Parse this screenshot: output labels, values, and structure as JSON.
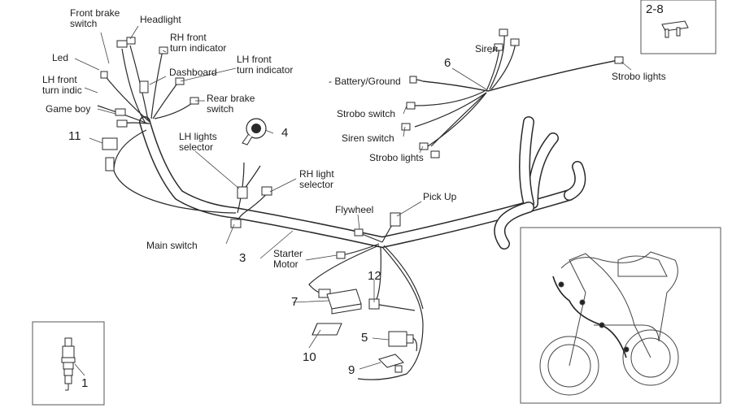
{
  "labels": {
    "front_brake_switch": [
      "Front brake",
      "switch"
    ],
    "headlight": "Headlight",
    "rh_front_turn": [
      "RH front",
      "turn indicator"
    ],
    "lh_front_turn_top": [
      "LH front",
      "turn indicator"
    ],
    "led": "Led",
    "lh_front_turn_left": [
      "LH front",
      "turn indic"
    ],
    "dashboard": "Dashboard",
    "rear_brake_switch": [
      "Rear brake",
      "switch"
    ],
    "game_boy": "Game boy",
    "lh_lights_selector": [
      "LH lights",
      "selector"
    ],
    "rh_light_selector": [
      "RH light",
      "selector"
    ],
    "main_switch": "Main switch",
    "flywheel": "Flywheel",
    "pick_up": "Pick Up",
    "starter_motor": [
      "Starter",
      "Motor"
    ],
    "battery_ground": "- Battery/Ground",
    "siren": "Siren",
    "strobo_lights_right": "Strobo lights",
    "strobo_switch": "Strobo switch",
    "siren_switch": "Siren switch",
    "strobo_lights_bottom": "Strobo lights"
  },
  "numbers": {
    "n1": "1",
    "n2_8": "2-8",
    "n3": "3",
    "n4": "4",
    "n5": "5",
    "n6": "6",
    "n7": "7",
    "n9": "9",
    "n10": "10",
    "n11": "11",
    "n12": "12"
  }
}
